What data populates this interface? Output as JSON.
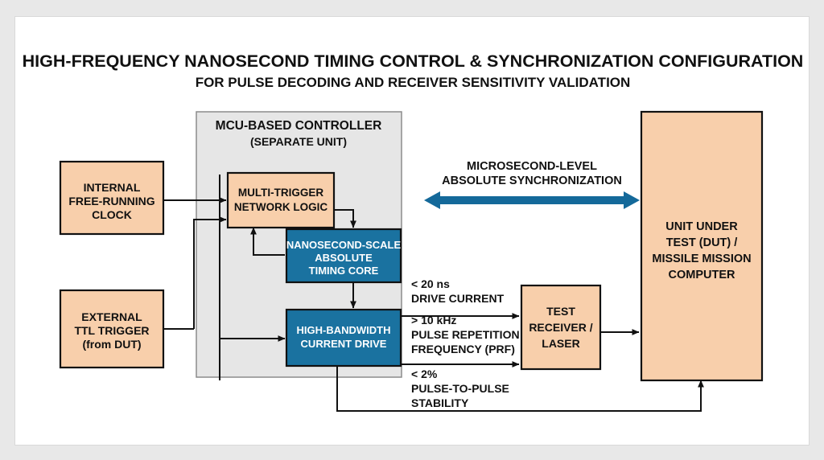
{
  "header": {
    "title": "HIGH-FREQUENCY NANOSECOND TIMING CONTROL & SYNCHRONIZATION CONFIGURATION",
    "subtitle": "FOR PULSE DECODING AND RECEIVER SENSITIVITY VALIDATION"
  },
  "colors": {
    "peach_fill": "#f8cfab",
    "blue_fill": "#1a72a0",
    "group_fill": "#e6e6e6",
    "group_stroke": "#8c8c8c",
    "stroke": "#111111",
    "page_bg": "#ffffff",
    "outer_bg": "#e8e8e8",
    "sync_arrow": "#14699a"
  },
  "group": {
    "title": "MCU-BASED CONTROLLER",
    "subtitle": "(SEPARATE UNIT)"
  },
  "blocks": {
    "internal_clock": {
      "lines": [
        "INTERNAL",
        "FREE-RUNNING",
        "CLOCK"
      ]
    },
    "external_trigger": {
      "lines": [
        "EXTERNAL",
        "TTL TRIGGER",
        "(from DUT)"
      ]
    },
    "multi_trigger": {
      "lines": [
        "MULTI-TRIGGER",
        "NETWORK LOGIC"
      ]
    },
    "timing_core": {
      "lines": [
        "NANOSECOND-SCALE",
        "ABSOLUTE",
        "TIMING CORE"
      ]
    },
    "current_drive": {
      "lines": [
        "HIGH-BANDWIDTH",
        "CURRENT DRIVE"
      ]
    },
    "test_receiver": {
      "lines": [
        "TEST",
        "RECEIVER /",
        "LASER"
      ]
    },
    "dut": {
      "lines": [
        "UNIT UNDER",
        "TEST (DUT) /",
        "MISSILE MISSION",
        "COMPUTER"
      ]
    }
  },
  "annotations": {
    "sync": {
      "lines": [
        "MICROSECOND-LEVEL",
        "ABSOLUTE SYNCHRONIZATION"
      ]
    },
    "drive_current": {
      "lines": [
        "< 20 ns",
        "DRIVE CURRENT"
      ]
    },
    "prf": {
      "lines": [
        "> 10 kHz",
        "PULSE REPETITION",
        "FREQUENCY (PRF)"
      ]
    },
    "stability": {
      "lines": [
        "< 2%",
        "PULSE-TO-PULSE",
        "STABILITY"
      ]
    }
  }
}
